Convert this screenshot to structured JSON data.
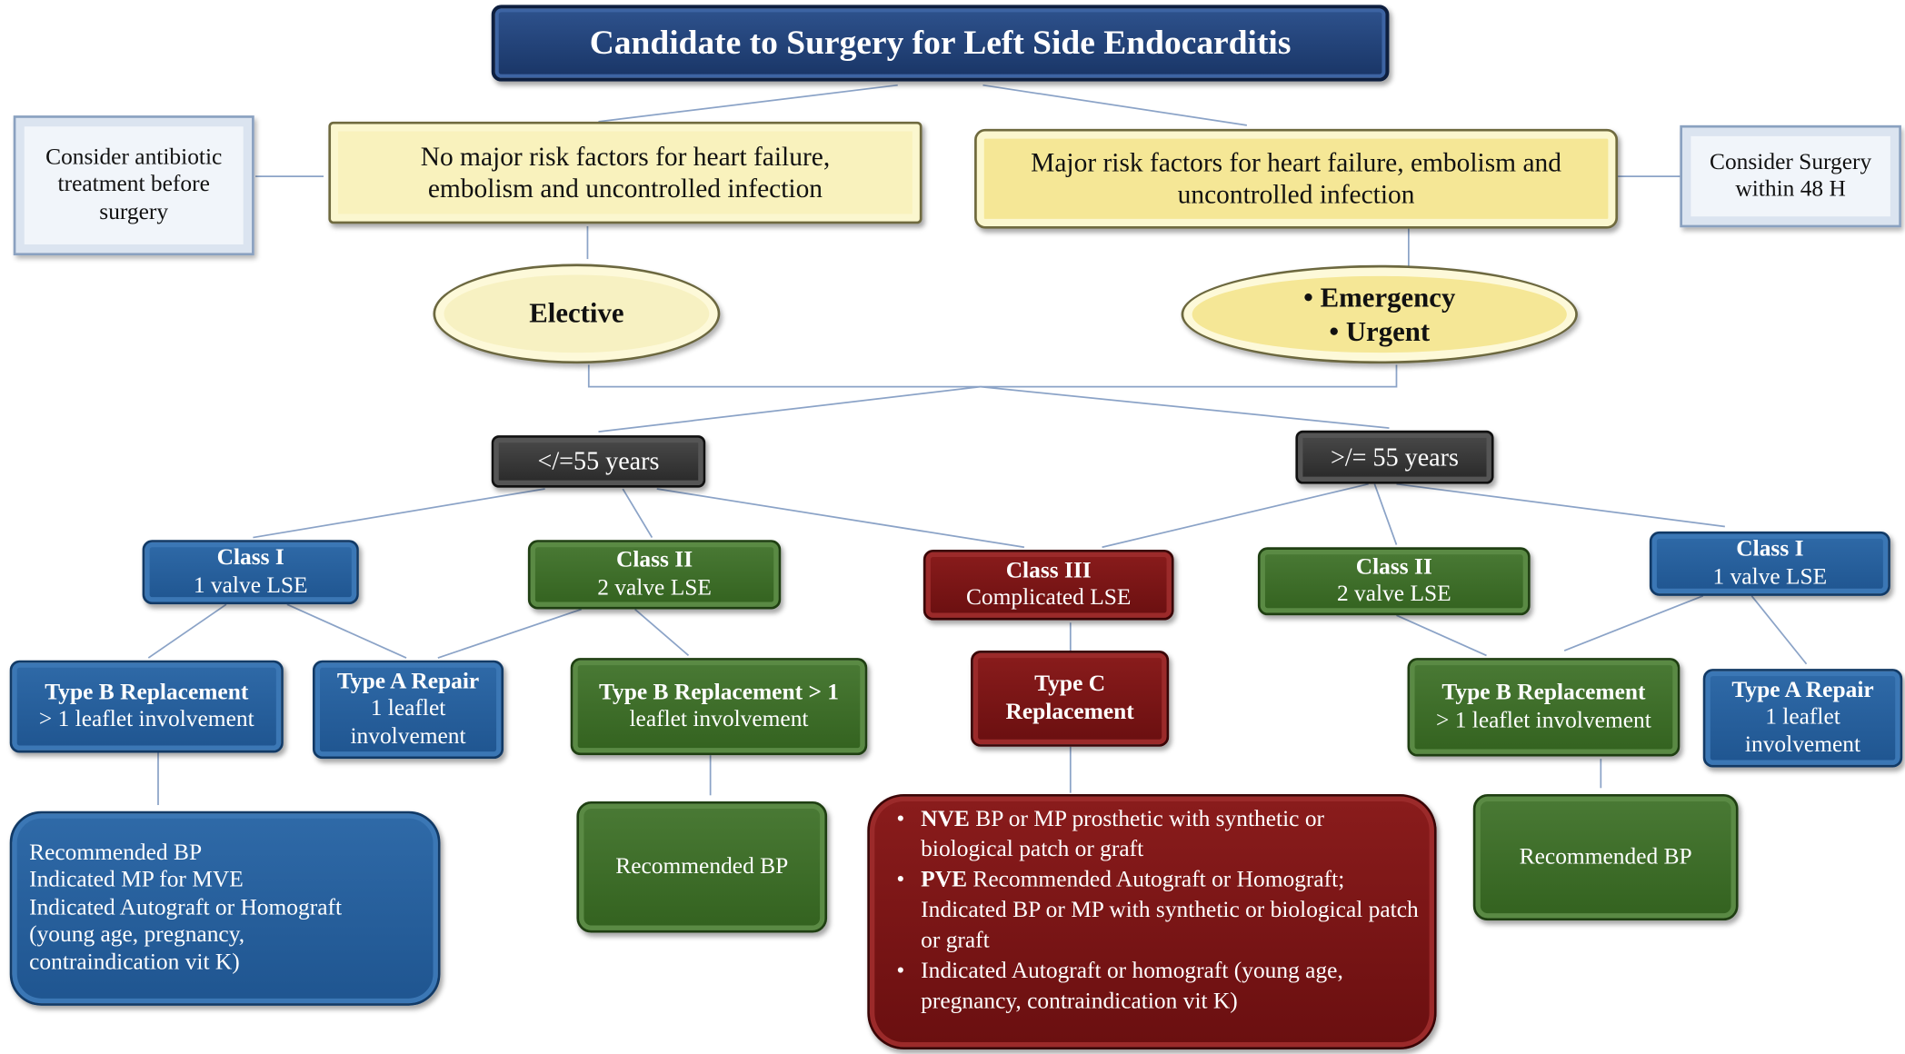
{
  "title": "Candidate to Surgery for Left Side Endocarditis",
  "left_note": [
    "Consider antibiotic",
    "treatment before",
    "surgery"
  ],
  "right_note": [
    "Consider Surgery",
    "within 48 H"
  ],
  "risk_none": [
    "No major risk factors for heart failure,",
    "embolism and uncontrolled infection"
  ],
  "risk_major": [
    "Major risk factors for heart failure, embolism and",
    "uncontrolled infection"
  ],
  "elective": "Elective",
  "emergency": "• Emergency",
  "urgent": "• Urgent",
  "age_young": "</=55 years",
  "age_old": ">/= 55 years",
  "left_class1": {
    "title": "Class I",
    "sub": "1 valve LSE"
  },
  "left_class2": {
    "title": "Class II",
    "sub": "2 valve LSE"
  },
  "class3": {
    "title": "Class III",
    "sub": "Complicated LSE"
  },
  "right_class2": {
    "title": "Class II",
    "sub": "2 valve LSE"
  },
  "right_class1": {
    "title": "Class I",
    "sub": "1 valve LSE"
  },
  "left_typeB": {
    "title": "Type B Replacement",
    "sub": "> 1 leaflet involvement"
  },
  "left_typeA": {
    "title": "Type A Repair",
    "sub1": "1 leaflet",
    "sub2": "involvement"
  },
  "mid_typeB": {
    "title": "Type B Replacement",
    "title_tail": " > 1",
    "sub": "leaflet involvement"
  },
  "typeC": {
    "title1": "Type C",
    "title2": "Replacement"
  },
  "right_typeB": {
    "title": "Type B Replacement",
    "sub": "> 1 leaflet involvement"
  },
  "right_typeA": {
    "title": "Type A Repair",
    "sub1": "1 leaflet",
    "sub2": "involvement"
  },
  "rec_left": [
    "Recommended BP",
    "Indicated MP for MVE",
    "Indicated Autograft or Homograft",
    "(young age, pregnancy,",
    "contraindication vit K)"
  ],
  "rec_mid": "Recommended BP",
  "rec_right": "Recommended BP",
  "detail": {
    "nve_label": "NVE",
    "nve_text": " BP or MP prosthetic with synthetic or biological patch or graft",
    "pve_label": "PVE",
    "pve_text": " Recommended Autograft or Homograft; Indicated  BP or MP with synthetic or biological patch or graft",
    "item3": "Indicated Autograft or homograft (young age, pregnancy, contraindication vit K)"
  }
}
